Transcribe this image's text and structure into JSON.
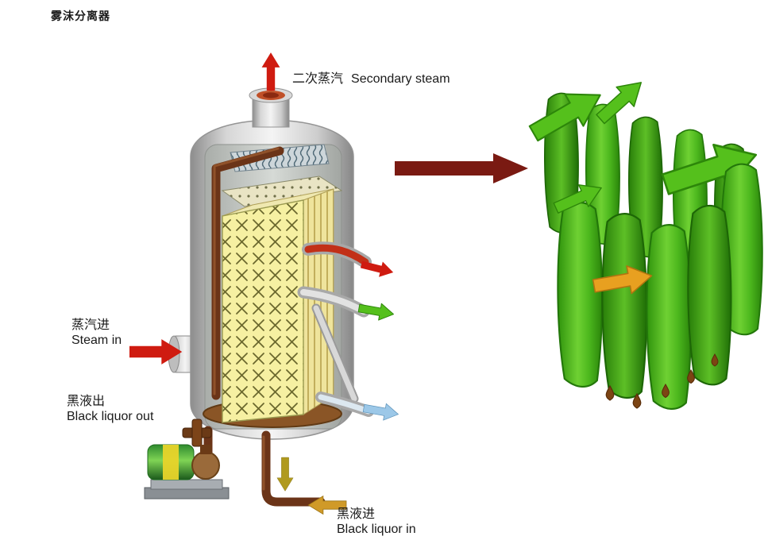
{
  "page": {
    "title": "雾沫分离器"
  },
  "labels": {
    "secondary_steam": {
      "zh": "二次蒸汽",
      "en": "Secondary steam"
    },
    "steam_in": {
      "zh": "蒸汽进",
      "en": "Steam in"
    },
    "black_liquor_out": {
      "zh": "黑液出",
      "en": "Black liquor out"
    },
    "black_liquor_in": {
      "zh": "黑液进",
      "en": "Black liquor in"
    }
  },
  "colors": {
    "arrow_red": "#cf1b10",
    "arrow_dark_red": "#7a1a12",
    "arrow_green": "#55c01c",
    "arrow_orange": "#e8a020",
    "arrow_blue": "#9cc8e8",
    "arrow_gold": "#d09a28",
    "arrow_olive": "#b09a1e",
    "vessel_gray": "#cfcfcf",
    "packing_yellow": "#f6f0a2",
    "plate_green": "#4db81e",
    "pipe_brown": "#6b3418",
    "text": "#1a1a1a"
  }
}
